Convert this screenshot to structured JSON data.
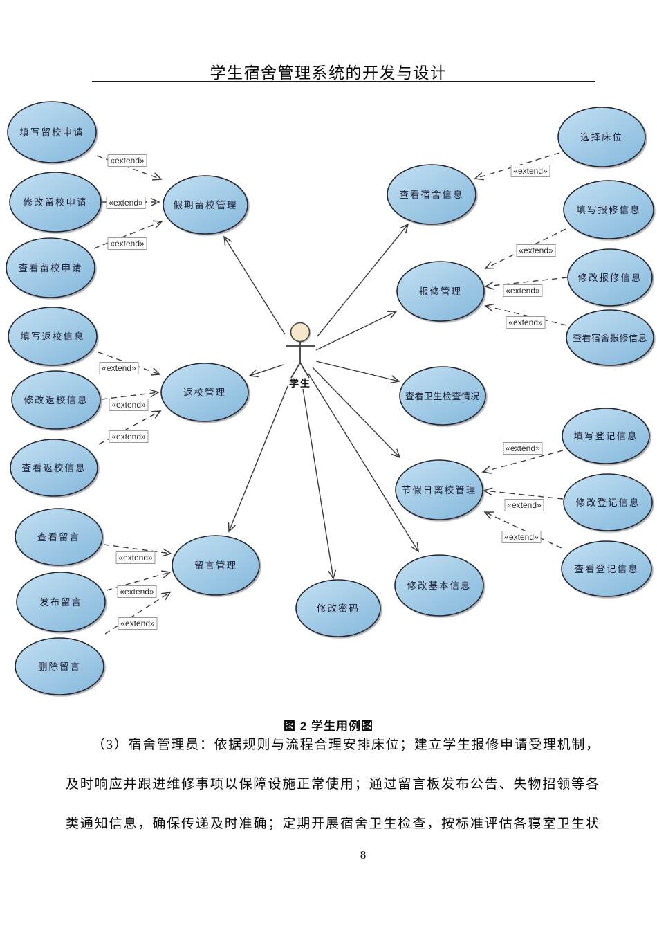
{
  "header": {
    "title": "学生宿舍管理系统的开发与设计"
  },
  "diagram": {
    "actor": {
      "label": "学生"
    },
    "extend_label": "«extend»",
    "use_cases": [
      {
        "label": "填写留校申请"
      },
      {
        "label": "修改留校申请"
      },
      {
        "label": "查看留校申请"
      },
      {
        "label": "假期留校管理"
      },
      {
        "label": "填写返校信息"
      },
      {
        "label": "修改返校信息"
      },
      {
        "label": "查看返校信息"
      },
      {
        "label": "返校管理"
      },
      {
        "label": "查看留言"
      },
      {
        "label": "发布留言"
      },
      {
        "label": "删除留言"
      },
      {
        "label": "留言管理"
      },
      {
        "label": "修改密码"
      },
      {
        "label": "查看宿舍信息"
      },
      {
        "label": "报修管理"
      },
      {
        "label": "查看卫生检查情况"
      },
      {
        "label": "节假日离校管理"
      },
      {
        "label": "修改基本信息"
      },
      {
        "label": "选择床位"
      },
      {
        "label": "填写报修信息"
      },
      {
        "label": "修改报修信息"
      },
      {
        "label": "查看宿舍报修信息"
      },
      {
        "label": "填写登记信息"
      },
      {
        "label": "修改登记信息"
      },
      {
        "label": "查看登记信息"
      }
    ],
    "colors": {
      "ellipse_fill_top": "#c3e0f2",
      "ellipse_fill_bottom": "#88badd",
      "ellipse_stroke": "#26262e",
      "connector": "#3a3a3a",
      "actor_head_fill": "#f6e7cb",
      "extend_box_border": "#9a9a9a"
    }
  },
  "caption": {
    "text": "图 2 学生用例图"
  },
  "body": {
    "lines": [
      "（3）宿舍管理员：依据规则与流程合理安排床位；建立学生报修申请受理机制，",
      "及时响应并跟进维修事项以保障设施正常使用；通过留言板发布公告、失物招领等各",
      "类通知信息，确保传递及时准确；定期开展宿舍卫生检查，按标准评估各寝室卫生状"
    ]
  },
  "footer": {
    "page_number": "8"
  }
}
